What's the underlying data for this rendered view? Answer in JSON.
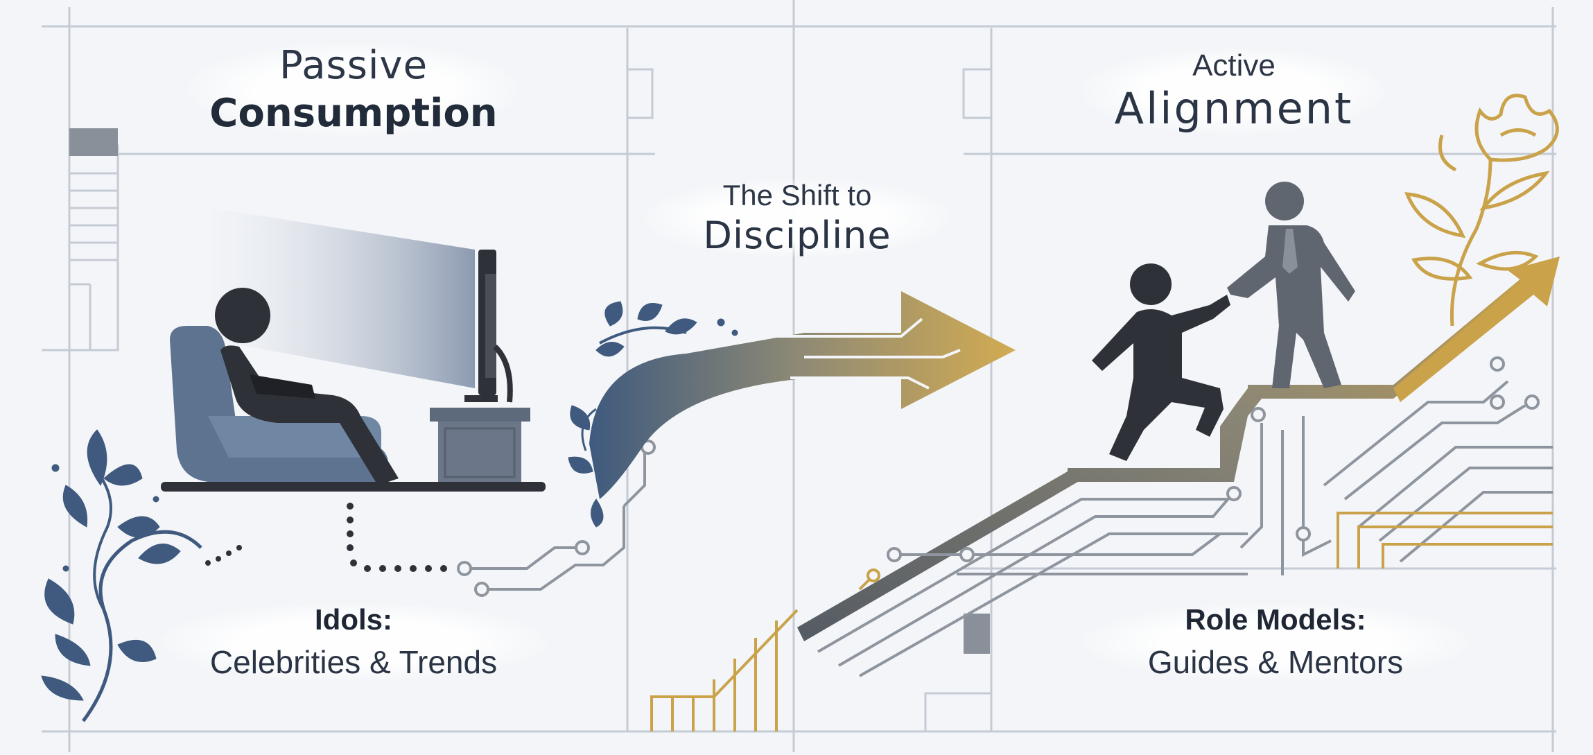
{
  "headings": {
    "passive": {
      "line1": "Passive",
      "line2": "Consumption"
    },
    "shift": {
      "line1": "The Shift to",
      "line2": "Discipline"
    },
    "active": {
      "line1": "Active",
      "line2": "Alignment"
    }
  },
  "captions": {
    "idols": {
      "title": "Idols:",
      "subtitle": "Celebrities & Trends"
    },
    "role_models": {
      "title": "Role Models:",
      "subtitle": "Guides & Mentors"
    }
  },
  "colors": {
    "background": "#f3f5f8",
    "grid_line": "#c5cbd4",
    "slate_blue": "#5d7390",
    "dark_figure": "#2e3138",
    "grey_figure": "#5f6670",
    "gold": "#c9a24a",
    "navy_leaf": "#3f5a7e",
    "circuit_grey": "#8e959e"
  },
  "icons": [
    "armchair-icon",
    "seated-person-icon",
    "computer-monitor-icon",
    "tv-stand-icon",
    "leafy-vine-icon",
    "gradient-arrow-icon",
    "climbing-person-icon",
    "mentor-figure-icon",
    "stair-circuit-icon",
    "gold-flower-icon"
  ]
}
